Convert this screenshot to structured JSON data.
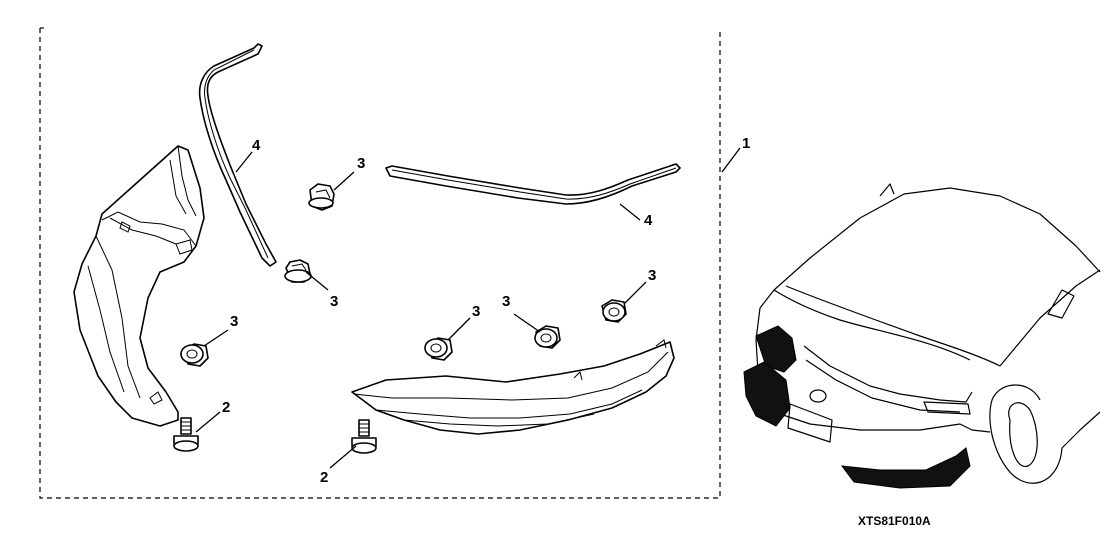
{
  "callouts": {
    "kit": "1",
    "bolt_left": "2",
    "bolt_center": "2",
    "clip_upper": "3",
    "clip_mid": "3",
    "clip_left": "3",
    "clip_row_a": "3",
    "clip_row_b": "3",
    "clip_row_c": "3",
    "trim_vertical": "4",
    "trim_horizontal": "4"
  },
  "figure_code": "XTS81F010A",
  "colors": {
    "line": "#000000",
    "background": "#ffffff",
    "shaded": "#111111"
  }
}
